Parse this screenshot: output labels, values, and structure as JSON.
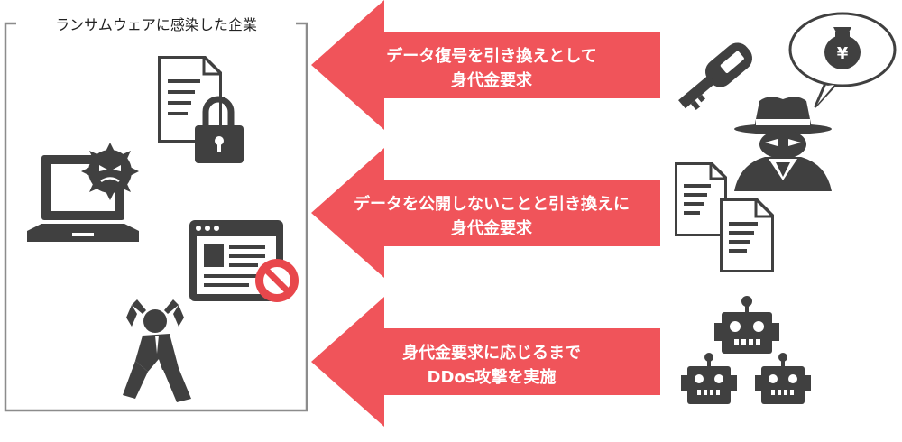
{
  "victim": {
    "title": "ランサムウェアに感染した企業"
  },
  "arrows": [
    {
      "line1": "データ復号を引き換えとして",
      "line2": "身代金要求"
    },
    {
      "line1": "データを公開しないことと引き換えに",
      "line2": "身代金要求"
    },
    {
      "line1": "身代金要求に応じるまで",
      "line2": "DDos攻撃を実施"
    }
  ],
  "attacker": {
    "money_bag_symbol": "¥"
  },
  "icons": {
    "victim": [
      "locked-document-icon",
      "infected-laptop-icon",
      "blocked-browser-icon",
      "distressed-person-icon"
    ],
    "attacker": [
      "key-icon",
      "money-bag-speech-bubble-icon",
      "hacker-icon",
      "stolen-documents-icon",
      "botnet-robots-icon"
    ]
  },
  "colors": {
    "arrow": "#f0545a",
    "icon": "#404040",
    "frame": "#8c8c8c",
    "prohibit": "#e8474c"
  }
}
